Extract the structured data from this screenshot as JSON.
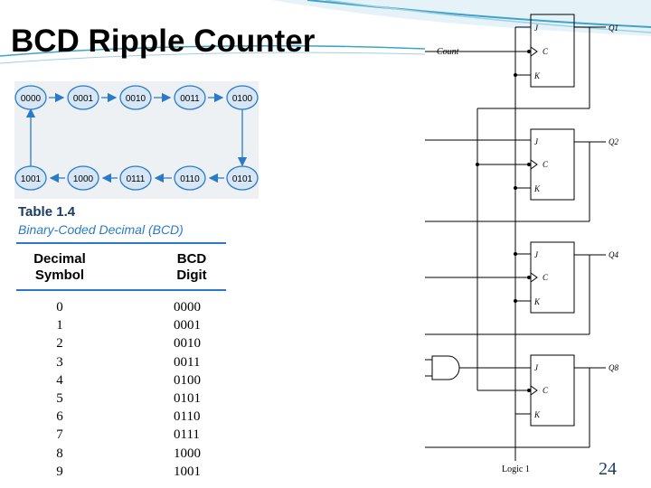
{
  "slide": {
    "title": "BCD Ripple Counter",
    "page_number": "24"
  },
  "state_diagram": {
    "states": [
      "0000",
      "0001",
      "0010",
      "0011",
      "0100",
      "0101",
      "0110",
      "0111",
      "1000",
      "1001"
    ]
  },
  "table": {
    "caption": "Table 1.4",
    "subtitle": "Binary-Coded Decimal (BCD)",
    "headers": {
      "decimal_line1": "Decimal",
      "decimal_line2": "Symbol",
      "bcd_line1": "BCD",
      "bcd_line2": "Digit"
    },
    "rows": [
      {
        "decimal": "0",
        "bcd": "0000"
      },
      {
        "decimal": "1",
        "bcd": "0001"
      },
      {
        "decimal": "2",
        "bcd": "0010"
      },
      {
        "decimal": "3",
        "bcd": "0011"
      },
      {
        "decimal": "4",
        "bcd": "0100"
      },
      {
        "decimal": "5",
        "bcd": "0101"
      },
      {
        "decimal": "6",
        "bcd": "0110"
      },
      {
        "decimal": "7",
        "bcd": "0111"
      },
      {
        "decimal": "8",
        "bcd": "1000"
      },
      {
        "decimal": "9",
        "bcd": "1001"
      }
    ]
  },
  "circuit": {
    "input_label": "Count",
    "constant_label": "Logic 1",
    "pin_j": "J",
    "pin_c": "C",
    "pin_k": "K",
    "outputs": [
      "Q1",
      "Q2",
      "Q4",
      "Q8"
    ]
  },
  "colors": {
    "table_heading": "#1a3c64",
    "table_accent": "#2b7ac9",
    "state_fill": "#d6e6f5",
    "state_stroke": "#2b7ac9",
    "wave": "#3fa3c9"
  }
}
